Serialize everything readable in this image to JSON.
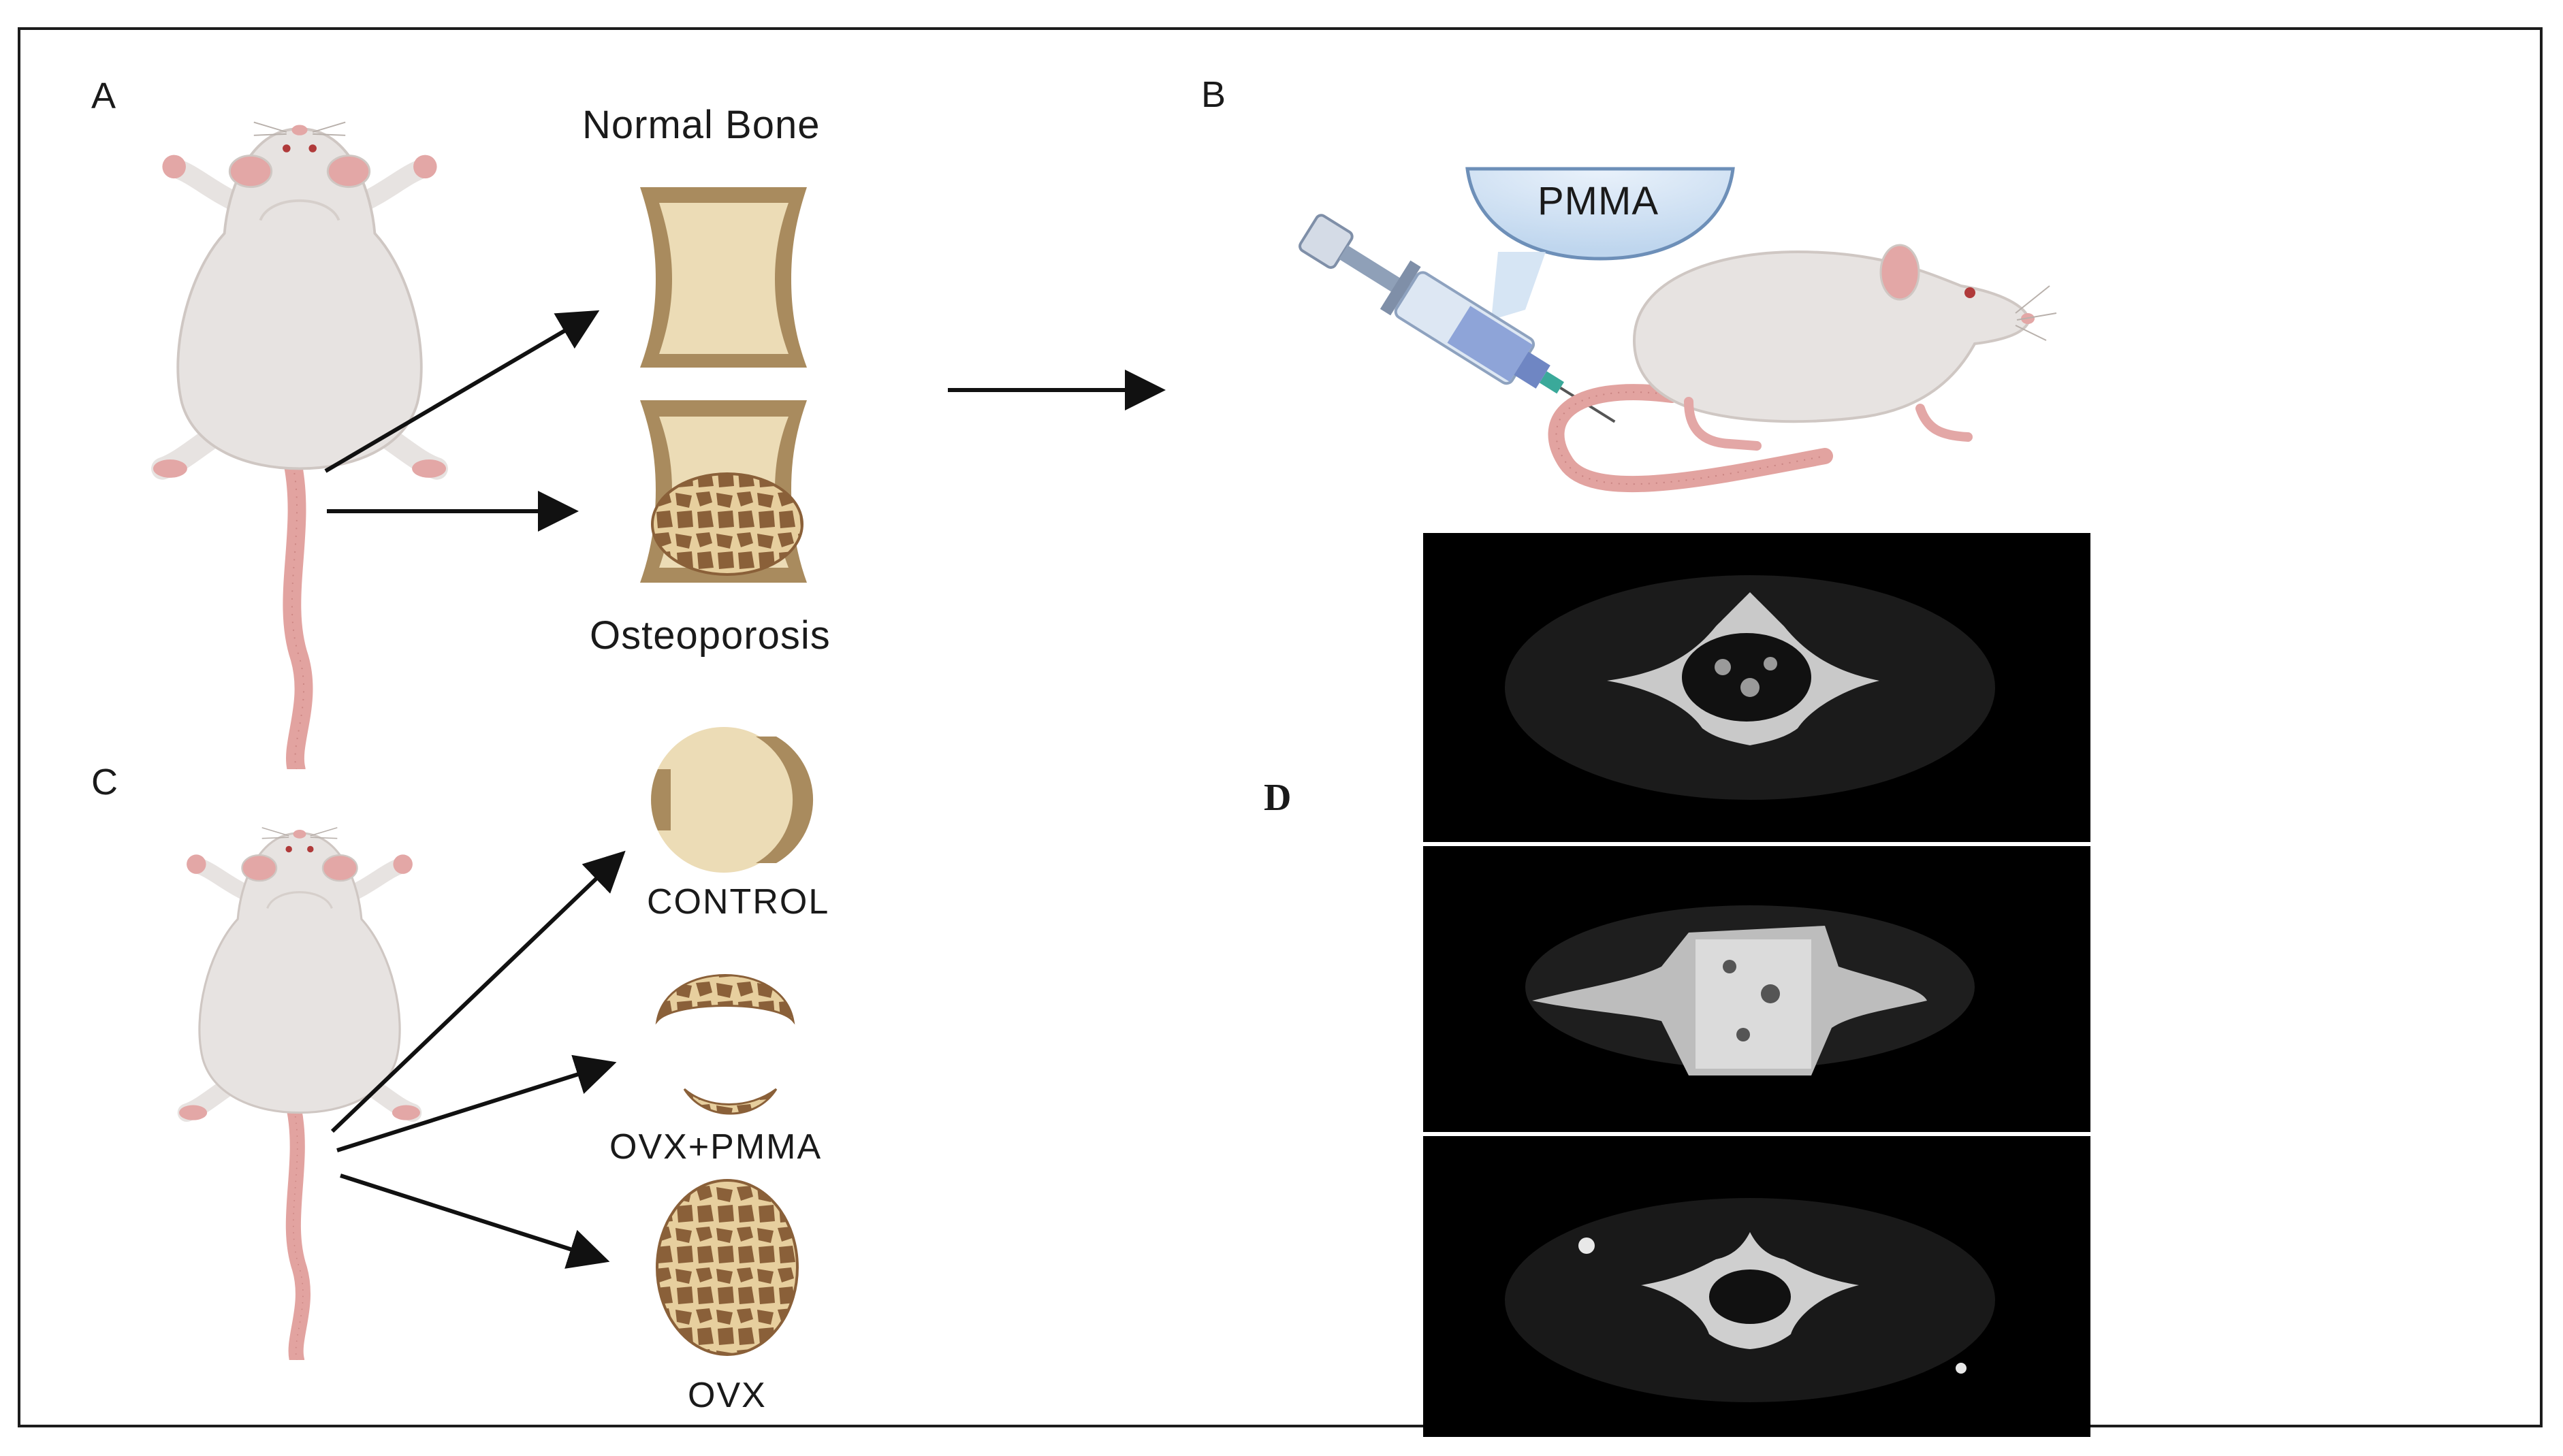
{
  "panels": {
    "a": "A",
    "b": "B",
    "c": "C",
    "d": "D"
  },
  "panel_a": {
    "normal_label": "Normal Bone",
    "osteo_label": "Osteoporosis"
  },
  "panel_b": {
    "syringe_label": "PMMA"
  },
  "panel_c": {
    "groups": [
      "CONTROL",
      "OVX+PMMA",
      "OVX"
    ]
  },
  "colors": {
    "mouse_body": "#e7e3e1",
    "mouse_outline": "#cfc7c3",
    "tail": "#e2a3a0",
    "ear_paw": "#e3a7a6",
    "bone_cortex": "#a98b5e",
    "bone_marrow": "#ecdcb6",
    "trabecular": "#8a6039",
    "syringe_barrel": "#c6d6ea",
    "plunger": "#7f8fa8",
    "needle": "#3aa99a",
    "ct_background": "#000000"
  }
}
